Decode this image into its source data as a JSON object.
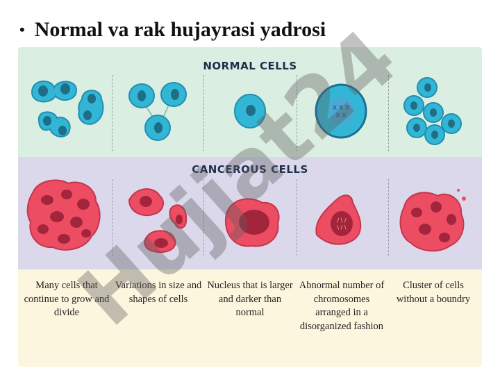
{
  "slide": {
    "bullet": "•",
    "title": "Normal va rak hujayrasi yadrosi"
  },
  "figure": {
    "normal_title": "NORMAL CELLS",
    "cancer_title": "CANCEROUS CELLS",
    "captions": [
      "Many cells that continue to grow and divide",
      "Variations in size and shapes of cells",
      "Nucleus that is larger and darker than normal",
      "Abnormal number of chromosomes arranged in a disorganized fashion",
      "Cluster of cells without a boundry"
    ]
  },
  "watermark": {
    "text": "Hujjat24"
  },
  "colors": {
    "normal_band": "#dbeee2",
    "cancer_band": "#dcd8ec",
    "caption_band": "#fdf6df",
    "normal_cell": "#33b6d6",
    "normal_nucleus": "#1d6e86",
    "cancer_cell": "#ec4d63",
    "cancer_nucleus": "#a3253c"
  }
}
